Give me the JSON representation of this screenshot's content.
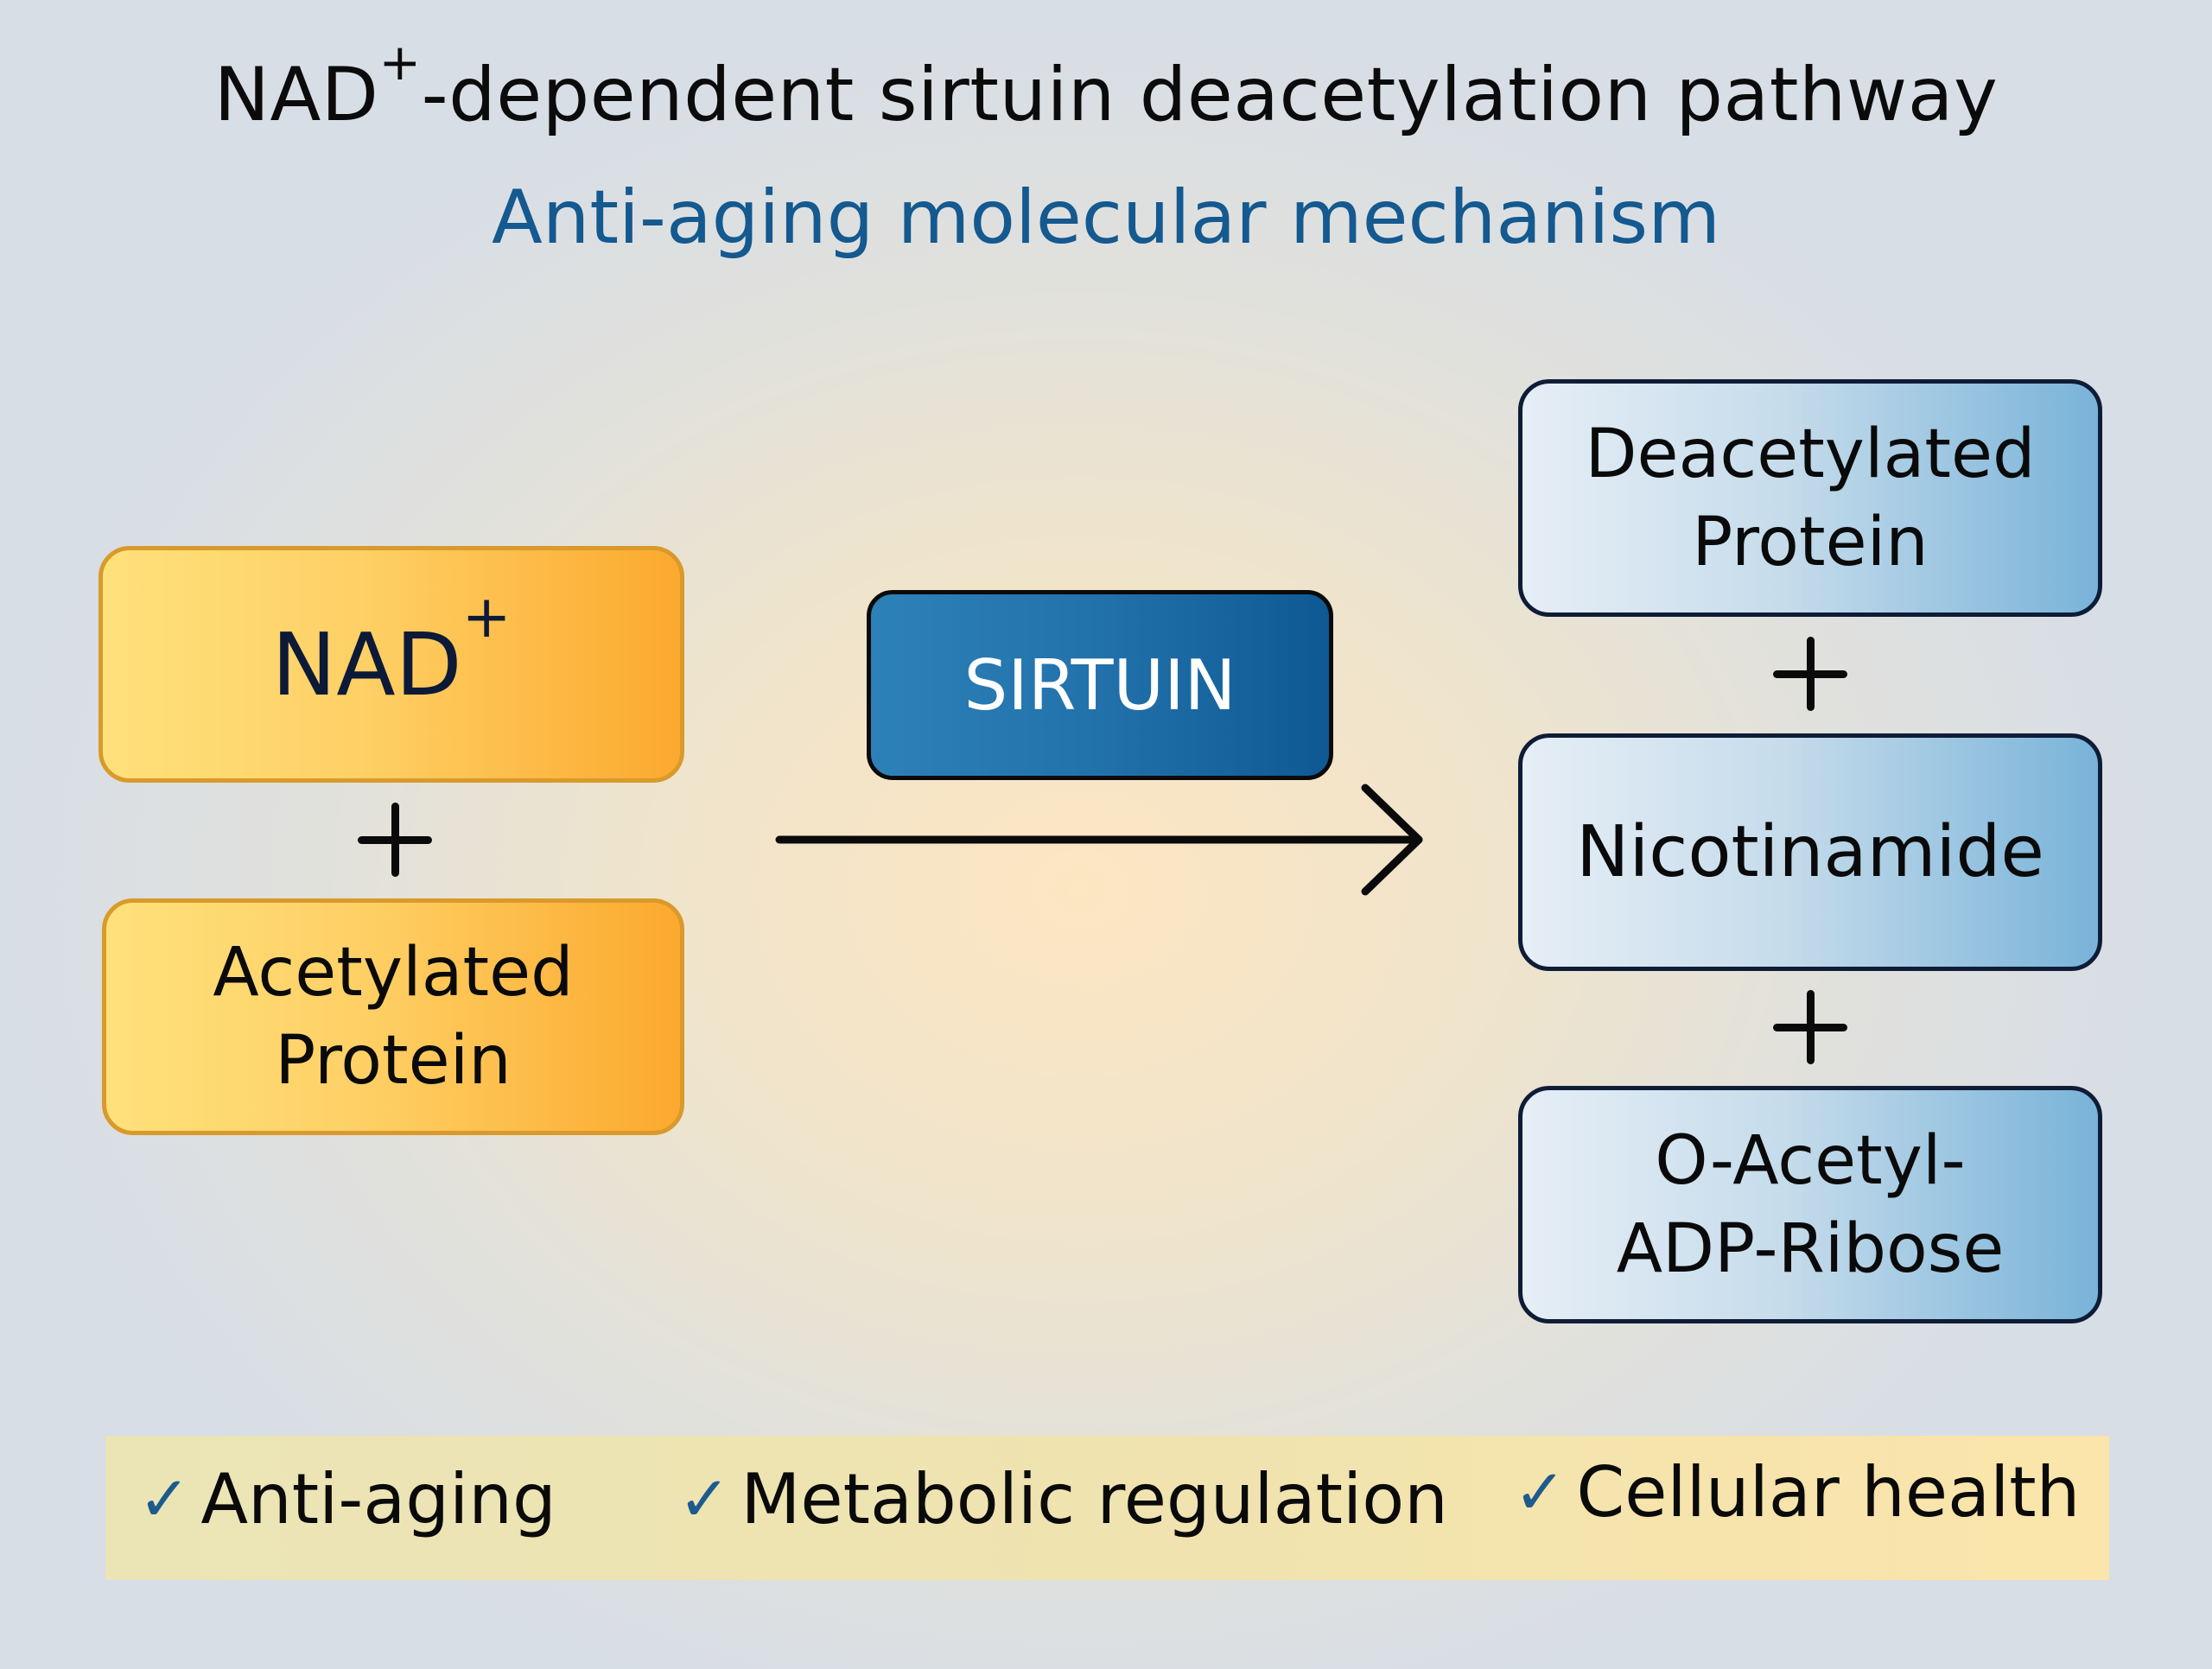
{
  "header": {
    "title_prefix": "NAD",
    "title_superscript": "+",
    "title_suffix": "-dependent sirtuin deacetylation pathway",
    "subtitle": "Anti-aging molecular mechanism"
  },
  "reactants": [
    {
      "label": "NAD",
      "superscript": "+"
    },
    {
      "line1": "Acetylated",
      "line2": "Protein"
    }
  ],
  "plus_symbol": "+",
  "enzyme": {
    "label": "SIRTUIN"
  },
  "products": [
    {
      "line1": "Deacetylated",
      "line2": "Protein"
    },
    {
      "line1": "Nicotinamide"
    },
    {
      "line1": "O-Acetyl-",
      "line2": "ADP-Ribose"
    }
  ],
  "benefits": [
    {
      "icon": "checkmark-icon",
      "glyph": "✓",
      "label": "Anti-aging"
    },
    {
      "icon": "checkmark-icon",
      "glyph": "✓",
      "label": "Metabolic regulation"
    },
    {
      "icon": "checkmark-icon",
      "glyph": "✓",
      "label": "Cellular health"
    }
  ],
  "colors": {
    "subtitle": "#14598f",
    "reactant_fill_start": "#ffe17c",
    "reactant_fill_end": "#fca92e",
    "enzyme_fill": "#2271aa",
    "product_fill_start": "#e6eef6",
    "product_fill_end": "#79b3d9",
    "check": "#1d5b8d"
  }
}
